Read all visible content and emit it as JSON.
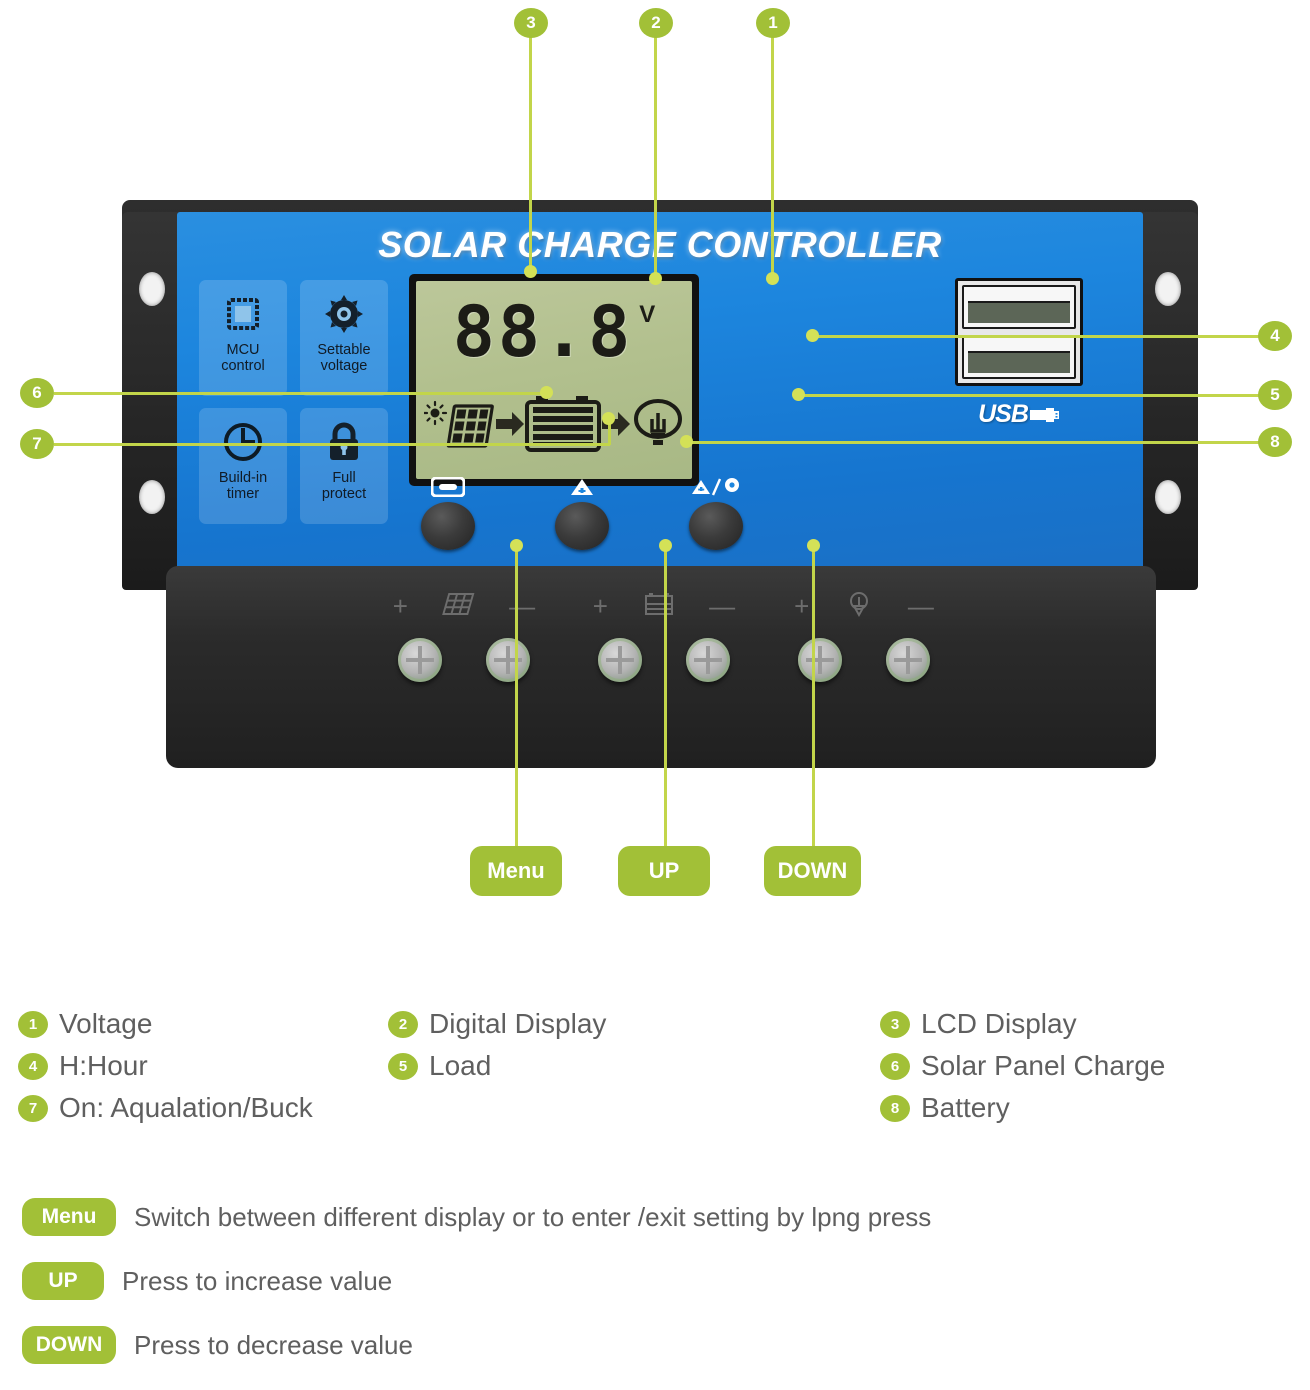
{
  "device": {
    "title": "SOLAR CHARGE CONTROLLER",
    "brand_colors": {
      "faceplate_blue": "#1d86de",
      "housing_black": "#232323",
      "lcd_green": "#b2c08e",
      "accent_green": "#a2c037",
      "leader_green": "#c2d54a"
    },
    "features": [
      {
        "icon": "mcu-chip-icon",
        "label_line1": "MCU",
        "label_line2": "control"
      },
      {
        "icon": "gear-icon",
        "label_line1": "Settable",
        "label_line2": "voltage"
      },
      {
        "icon": "clock-icon",
        "label_line1": "Build-in",
        "label_line2": "timer"
      },
      {
        "icon": "lock-icon",
        "label_line1": "Full",
        "label_line2": "protect"
      }
    ],
    "lcd": {
      "digits": "88.8",
      "unit": "V",
      "flow_icons": [
        "sun-solar-panel-icon",
        "arrow-right-icon",
        "battery-icon",
        "arrow-right-icon",
        "light-bulb-icon"
      ]
    },
    "usb": {
      "logo_text": "USB",
      "port_count": 2
    },
    "buttons": [
      {
        "icon": "display-rect-icon",
        "name": "menu-button"
      },
      {
        "icon": "up-triangle-icon",
        "name": "up-button"
      },
      {
        "icon": "up-triangle-bulb-icon",
        "name": "down-button"
      }
    ],
    "terminals": [
      {
        "icon": "solar-panel-icon",
        "plus": "+",
        "minus": "—"
      },
      {
        "icon": "battery-icon",
        "plus": "+",
        "minus": "—"
      },
      {
        "icon": "load-lamp-icon",
        "plus": "+",
        "minus": "—"
      }
    ]
  },
  "callouts": [
    {
      "id": "1",
      "number": "1"
    },
    {
      "id": "2",
      "number": "2"
    },
    {
      "id": "3",
      "number": "3"
    },
    {
      "id": "4",
      "number": "4"
    },
    {
      "id": "5",
      "number": "5"
    },
    {
      "id": "6",
      "number": "6"
    },
    {
      "id": "7",
      "number": "7"
    },
    {
      "id": "8",
      "number": "8"
    }
  ],
  "key_labels": {
    "menu": "Menu",
    "up": "UP",
    "down": "DOWN"
  },
  "legend": [
    {
      "number": "1",
      "text": "Voltage"
    },
    {
      "number": "2",
      "text": "Digital Display"
    },
    {
      "number": "3",
      "text": "LCD Display"
    },
    {
      "number": "4",
      "text": "H:Hour"
    },
    {
      "number": "5",
      "text": "Load"
    },
    {
      "number": "6",
      "text": "Solar Panel Charge"
    },
    {
      "number": "7",
      "text": "On: Aqualation/Buck"
    },
    {
      "number": "8",
      "text": "Battery"
    }
  ],
  "instructions": [
    {
      "key": "Menu",
      "text": "Switch between different display or to enter /exit setting by lpng press"
    },
    {
      "key": "UP",
      "text": "Press to increase value"
    },
    {
      "key": "DOWN",
      "text": "Press to decrease value"
    }
  ]
}
